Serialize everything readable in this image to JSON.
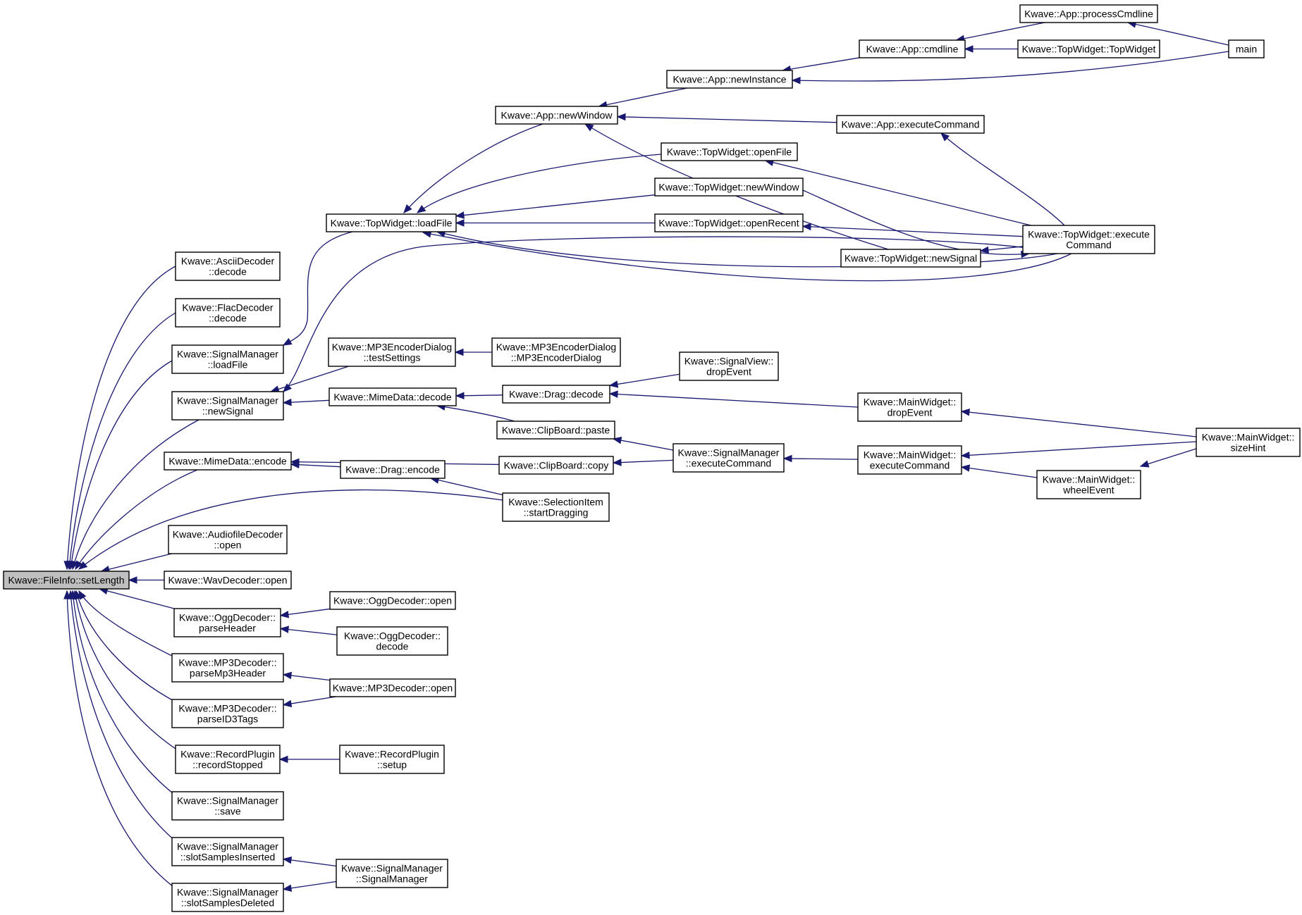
{
  "colors": {
    "edge": "#191970",
    "root_fill": "#bfbfbf",
    "node_fill": "#ffffff",
    "border": "#000000"
  },
  "graph": {
    "root": "n_setLength",
    "nodes": [
      {
        "id": "n_setLength",
        "name": "node-setlength",
        "lines": [
          "Kwave::FileInfo::setLength"
        ]
      },
      {
        "id": "n_ascii",
        "name": "node-ascii-decoder-decode",
        "lines": [
          "Kwave::AsciiDecoder",
          "::decode"
        ]
      },
      {
        "id": "n_flac",
        "name": "node-flac-decoder-decode",
        "lines": [
          "Kwave::FlacDecoder",
          "::decode"
        ]
      },
      {
        "id": "n_smLoadFile",
        "name": "node-signal-manager-load-file",
        "lines": [
          "Kwave::SignalManager",
          "::loadFile"
        ]
      },
      {
        "id": "n_smNewSignal",
        "name": "node-signal-manager-new-signal",
        "lines": [
          "Kwave::SignalManager",
          "::newSignal"
        ]
      },
      {
        "id": "n_mimeEncode",
        "name": "node-mimedata-encode",
        "lines": [
          "Kwave::MimeData::encode"
        ]
      },
      {
        "id": "n_audioOpen",
        "name": "node-audiofile-decoder-open",
        "lines": [
          "Kwave::AudiofileDecoder",
          "::open"
        ]
      },
      {
        "id": "n_wavOpen",
        "name": "node-wav-decoder-open",
        "lines": [
          "Kwave::WavDecoder::open"
        ]
      },
      {
        "id": "n_oggParse",
        "name": "node-ogg-decoder-parse-header",
        "lines": [
          "Kwave::OggDecoder::",
          "parseHeader"
        ]
      },
      {
        "id": "n_mp3Parse",
        "name": "node-mp3-decoder-parse-mp3-header",
        "lines": [
          "Kwave::MP3Decoder::",
          "parseMp3Header"
        ]
      },
      {
        "id": "n_mp3ID3",
        "name": "node-mp3-decoder-parse-id3-tags",
        "lines": [
          "Kwave::MP3Decoder::",
          "parseID3Tags"
        ]
      },
      {
        "id": "n_recStopped",
        "name": "node-record-plugin-record-stopped",
        "lines": [
          "Kwave::RecordPlugin",
          "::recordStopped"
        ]
      },
      {
        "id": "n_smSave",
        "name": "node-signal-manager-save",
        "lines": [
          "Kwave::SignalManager",
          "::save"
        ]
      },
      {
        "id": "n_smInserted",
        "name": "node-signal-manager-slot-samples-inserted",
        "lines": [
          "Kwave::SignalManager",
          "::slotSamplesInserted"
        ]
      },
      {
        "id": "n_smDeleted",
        "name": "node-signal-manager-slot-samples-deleted",
        "lines": [
          "Kwave::SignalManager",
          "::slotSamplesDeleted"
        ]
      },
      {
        "id": "n_twLoadFile",
        "name": "node-topwidget-load-file",
        "lines": [
          "Kwave::TopWidget::loadFile"
        ]
      },
      {
        "id": "n_mp3EncTest",
        "name": "node-mp3-encoder-dialog-test-settings",
        "lines": [
          "Kwave::MP3EncoderDialog",
          "::testSettings"
        ]
      },
      {
        "id": "n_mimeDecode",
        "name": "node-mimedata-decode",
        "lines": [
          "Kwave::MimeData::decode"
        ]
      },
      {
        "id": "n_dragEncode",
        "name": "node-drag-encode",
        "lines": [
          "Kwave::Drag::encode"
        ]
      },
      {
        "id": "n_oggOpen",
        "name": "node-ogg-decoder-open",
        "lines": [
          "Kwave::OggDecoder::open"
        ]
      },
      {
        "id": "n_oggDecode",
        "name": "node-ogg-decoder-decode",
        "lines": [
          "Kwave::OggDecoder::",
          "decode"
        ]
      },
      {
        "id": "n_mp3Open",
        "name": "node-mp3-decoder-open",
        "lines": [
          "Kwave::MP3Decoder::open"
        ]
      },
      {
        "id": "n_recSetup",
        "name": "node-record-plugin-setup",
        "lines": [
          "Kwave::RecordPlugin",
          "::setup"
        ]
      },
      {
        "id": "n_smCtor",
        "name": "node-signal-manager-constructor",
        "lines": [
          "Kwave::SignalManager",
          "::SignalManager"
        ]
      },
      {
        "id": "n_appNewWindow",
        "name": "node-app-new-window",
        "lines": [
          "Kwave::App::newWindow"
        ]
      },
      {
        "id": "n_mp3EncCtor",
        "name": "node-mp3-encoder-dialog-constructor",
        "lines": [
          "Kwave::MP3EncoderDialog",
          "::MP3EncoderDialog"
        ]
      },
      {
        "id": "n_dragDecode",
        "name": "node-drag-decode",
        "lines": [
          "Kwave::Drag::decode"
        ]
      },
      {
        "id": "n_cbPaste",
        "name": "node-clipboard-paste",
        "lines": [
          "Kwave::ClipBoard::paste"
        ]
      },
      {
        "id": "n_cbCopy",
        "name": "node-clipboard-copy",
        "lines": [
          "Kwave::ClipBoard::copy"
        ]
      },
      {
        "id": "n_selStart",
        "name": "node-selection-item-start-dragging",
        "lines": [
          "Kwave::SelectionItem",
          "::startDragging"
        ]
      },
      {
        "id": "n_appNewInst",
        "name": "node-app-new-instance",
        "lines": [
          "Kwave::App::newInstance"
        ]
      },
      {
        "id": "n_twOpenFile",
        "name": "node-topwidget-open-file",
        "lines": [
          "Kwave::TopWidget::openFile"
        ]
      },
      {
        "id": "n_twNewWindow",
        "name": "node-topwidget-new-window",
        "lines": [
          "Kwave::TopWidget::newWindow"
        ]
      },
      {
        "id": "n_twOpenRecent",
        "name": "node-topwidget-open-recent",
        "lines": [
          "Kwave::TopWidget::openRecent"
        ]
      },
      {
        "id": "n_svDrop",
        "name": "node-signal-view-drop-event",
        "lines": [
          "Kwave::SignalView::",
          "dropEvent"
        ]
      },
      {
        "id": "n_smExec",
        "name": "node-signal-manager-execute-command",
        "lines": [
          "Kwave::SignalManager",
          "::executeCommand"
        ]
      },
      {
        "id": "n_appCmdline",
        "name": "node-app-cmdline",
        "lines": [
          "Kwave::App::cmdline"
        ]
      },
      {
        "id": "n_appExec",
        "name": "node-app-execute-command",
        "lines": [
          "Kwave::App::executeCommand"
        ]
      },
      {
        "id": "n_twNewSignal",
        "name": "node-topwidget-new-signal",
        "lines": [
          "Kwave::TopWidget::newSignal"
        ]
      },
      {
        "id": "n_mwDrop",
        "name": "node-main-widget-drop-event",
        "lines": [
          "Kwave::MainWidget::",
          "dropEvent"
        ]
      },
      {
        "id": "n_mwExec",
        "name": "node-main-widget-execute-command",
        "lines": [
          "Kwave::MainWidget::",
          "executeCommand"
        ]
      },
      {
        "id": "n_mwWheel",
        "name": "node-main-widget-wheel-event",
        "lines": [
          "Kwave::MainWidget::",
          "wheelEvent"
        ]
      },
      {
        "id": "n_appProcCmd",
        "name": "node-app-process-cmdline",
        "lines": [
          "Kwave::App::processCmdline"
        ]
      },
      {
        "id": "n_twCtor",
        "name": "node-topwidget-constructor",
        "lines": [
          "Kwave::TopWidget::TopWidget"
        ]
      },
      {
        "id": "n_twExec",
        "name": "node-topwidget-execute-command",
        "lines": [
          "Kwave::TopWidget::execute",
          "Command"
        ]
      },
      {
        "id": "n_main",
        "name": "node-main",
        "lines": [
          "main"
        ]
      },
      {
        "id": "n_mwSizeHint",
        "name": "node-main-widget-size-hint",
        "lines": [
          "Kwave::MainWidget::",
          "sizeHint"
        ]
      }
    ],
    "edges": [
      {
        "from": "n_ascii",
        "to": "n_setLength"
      },
      {
        "from": "n_flac",
        "to": "n_setLength"
      },
      {
        "from": "n_smLoadFile",
        "to": "n_setLength"
      },
      {
        "from": "n_smNewSignal",
        "to": "n_setLength"
      },
      {
        "from": "n_mimeEncode",
        "to": "n_setLength"
      },
      {
        "from": "n_selStart",
        "to": "n_setLength"
      },
      {
        "from": "n_audioOpen",
        "to": "n_setLength"
      },
      {
        "from": "n_wavOpen",
        "to": "n_setLength"
      },
      {
        "from": "n_oggParse",
        "to": "n_setLength"
      },
      {
        "from": "n_mp3Parse",
        "to": "n_setLength"
      },
      {
        "from": "n_mp3ID3",
        "to": "n_setLength"
      },
      {
        "from": "n_recStopped",
        "to": "n_setLength"
      },
      {
        "from": "n_smSave",
        "to": "n_setLength"
      },
      {
        "from": "n_smInserted",
        "to": "n_setLength"
      },
      {
        "from": "n_smDeleted",
        "to": "n_setLength"
      },
      {
        "from": "n_twLoadFile",
        "to": "n_smLoadFile"
      },
      {
        "from": "n_mp3EncTest",
        "to": "n_smNewSignal"
      },
      {
        "from": "n_mimeDecode",
        "to": "n_smNewSignal"
      },
      {
        "from": "n_twExec",
        "to": "n_smNewSignal"
      },
      {
        "from": "n_dragEncode",
        "to": "n_mimeEncode"
      },
      {
        "from": "n_cbCopy",
        "to": "n_mimeEncode"
      },
      {
        "from": "n_oggOpen",
        "to": "n_oggParse"
      },
      {
        "from": "n_oggDecode",
        "to": "n_oggParse"
      },
      {
        "from": "n_mp3Open",
        "to": "n_mp3Parse"
      },
      {
        "from": "n_mp3Open",
        "to": "n_mp3ID3"
      },
      {
        "from": "n_recSetup",
        "to": "n_recStopped"
      },
      {
        "from": "n_smCtor",
        "to": "n_smInserted"
      },
      {
        "from": "n_smCtor",
        "to": "n_smDeleted"
      },
      {
        "from": "n_appNewWindow",
        "to": "n_twLoadFile"
      },
      {
        "from": "n_twOpenFile",
        "to": "n_twLoadFile"
      },
      {
        "from": "n_twNewWindow",
        "to": "n_twLoadFile"
      },
      {
        "from": "n_twOpenRecent",
        "to": "n_twLoadFile"
      },
      {
        "from": "n_twExec",
        "to": "n_twLoadFile"
      },
      {
        "from": "n_mp3EncCtor",
        "to": "n_mp3EncTest"
      },
      {
        "from": "n_dragDecode",
        "to": "n_mimeDecode"
      },
      {
        "from": "n_cbPaste",
        "to": "n_mimeDecode"
      },
      {
        "from": "n_selStart",
        "to": "n_dragEncode"
      },
      {
        "from": "n_appNewInst",
        "to": "n_appNewWindow"
      },
      {
        "from": "n_appExec",
        "to": "n_appNewWindow"
      },
      {
        "from": "n_twNewSignal",
        "to": "n_appNewWindow"
      },
      {
        "from": "n_svDrop",
        "to": "n_dragDecode"
      },
      {
        "from": "n_mwDrop",
        "to": "n_dragDecode"
      },
      {
        "from": "n_smExec",
        "to": "n_cbPaste"
      },
      {
        "from": "n_smExec",
        "to": "n_cbCopy"
      },
      {
        "from": "n_appCmdline",
        "to": "n_appNewInst"
      },
      {
        "from": "n_main",
        "to": "n_appNewInst"
      },
      {
        "from": "n_twExec",
        "to": "n_twOpenFile"
      },
      {
        "from": "n_twExec",
        "to": "n_twNewWindow"
      },
      {
        "from": "n_twExec",
        "to": "n_twOpenRecent"
      },
      {
        "from": "n_twExec",
        "to": "n_twNewSignal"
      },
      {
        "from": "n_twNewWindow",
        "to": "n_twExec"
      },
      {
        "from": "n_mwExec",
        "to": "n_smExec"
      },
      {
        "from": "n_appProcCmd",
        "to": "n_appCmdline"
      },
      {
        "from": "n_twCtor",
        "to": "n_appCmdline"
      },
      {
        "from": "n_twExec",
        "to": "n_appExec"
      },
      {
        "from": "n_main",
        "to": "n_appProcCmd"
      },
      {
        "from": "n_mwSizeHint",
        "to": "n_mwDrop"
      },
      {
        "from": "n_mwSizeHint",
        "to": "n_mwExec"
      },
      {
        "from": "n_mwWheel",
        "to": "n_mwExec"
      },
      {
        "from": "n_mwSizeHint",
        "to": "n_mwWheel"
      }
    ]
  }
}
